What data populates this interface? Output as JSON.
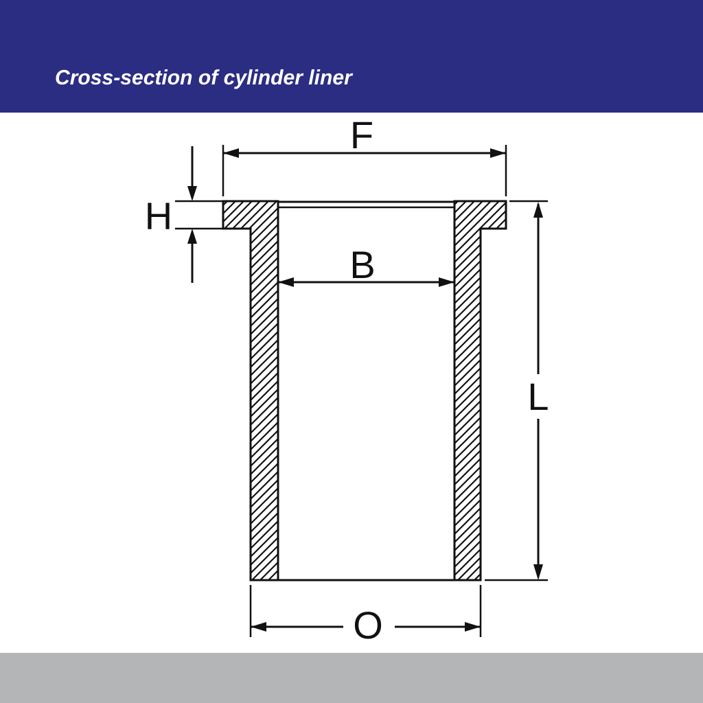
{
  "header": {
    "title": "Cross-section of cylinder liner"
  },
  "diagram": {
    "name": "cylinder-liner-cross-section",
    "labels": {
      "flange_diameter": "F",
      "flange_height": "H",
      "bore_diameter": "B",
      "total_length": "L",
      "outer_diameter": "O"
    }
  },
  "colors": {
    "header_bg": "#2b2d82",
    "footer_bg": "#b3b5b7",
    "line": "#111111",
    "background": "#ffffff"
  }
}
